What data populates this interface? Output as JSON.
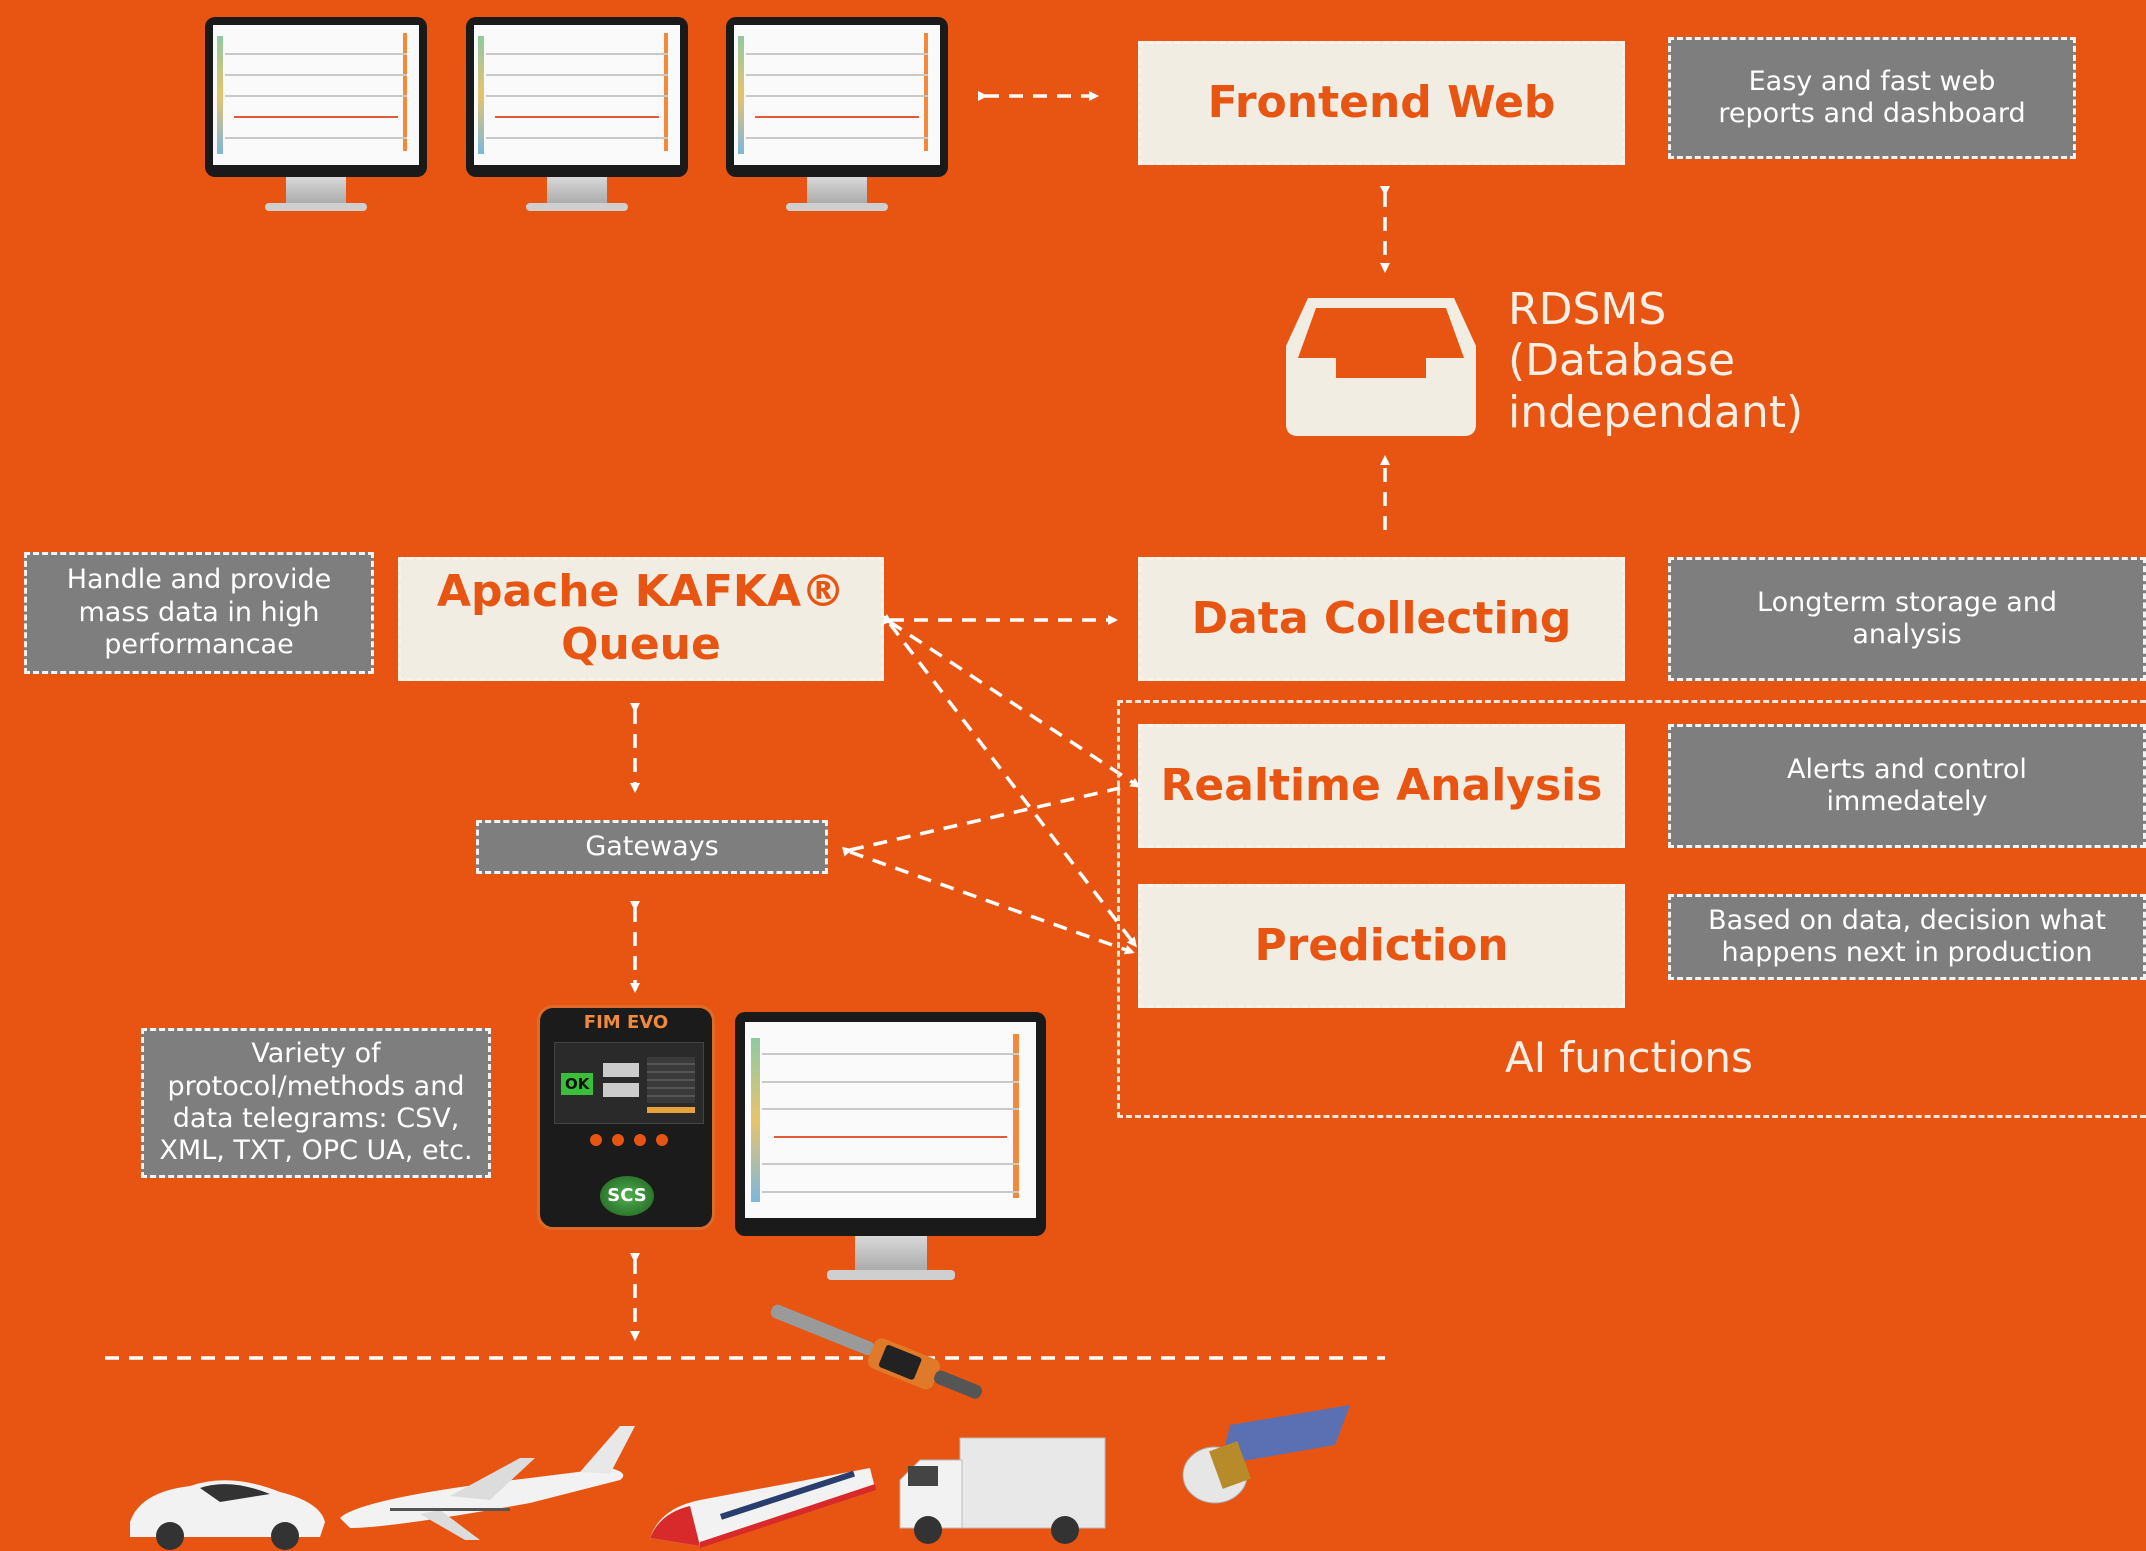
{
  "nodes": {
    "frontend_web": "Frontend Web",
    "rdsms": [
      "RDSMS",
      "(Database",
      "independant)"
    ],
    "data_collecting": "Data Collecting",
    "realtime_analysis": "Realtime Analysis",
    "prediction": "Prediction",
    "kafka_line1": "Apache KAFKA®",
    "kafka_line2": "Queue",
    "gateways": "Gateways",
    "ai_functions": "AI functions"
  },
  "notes": {
    "frontend": [
      "Easy and fast web",
      "reports and dashboard"
    ],
    "data_collecting": [
      "Longterm storage and",
      "analysis"
    ],
    "realtime": [
      "Alerts and control",
      "immedately"
    ],
    "prediction": [
      "Based on data, decision what",
      "happens next in production"
    ],
    "kafka": [
      "Handle and provide",
      "mass data in high",
      "performancae"
    ],
    "protocols": [
      "Variety of",
      "protocol/methods and",
      "data telegrams: CSV,",
      "XML, TXT, OPC UA, etc."
    ]
  },
  "device": {
    "title": "FIM EVO",
    "status": "OK",
    "brand": "SCS"
  },
  "icons": [
    "monitor-icon",
    "database-tray-icon",
    "car-icon",
    "airplane-icon",
    "train-icon",
    "truck-icon",
    "satellite-icon",
    "scanner-icon"
  ],
  "colors": {
    "background": "#e85512",
    "cream_box": "#f1ede2",
    "cream_text": "#e85512",
    "note_box": "#7e7e7e",
    "note_text": "#ffffff"
  }
}
